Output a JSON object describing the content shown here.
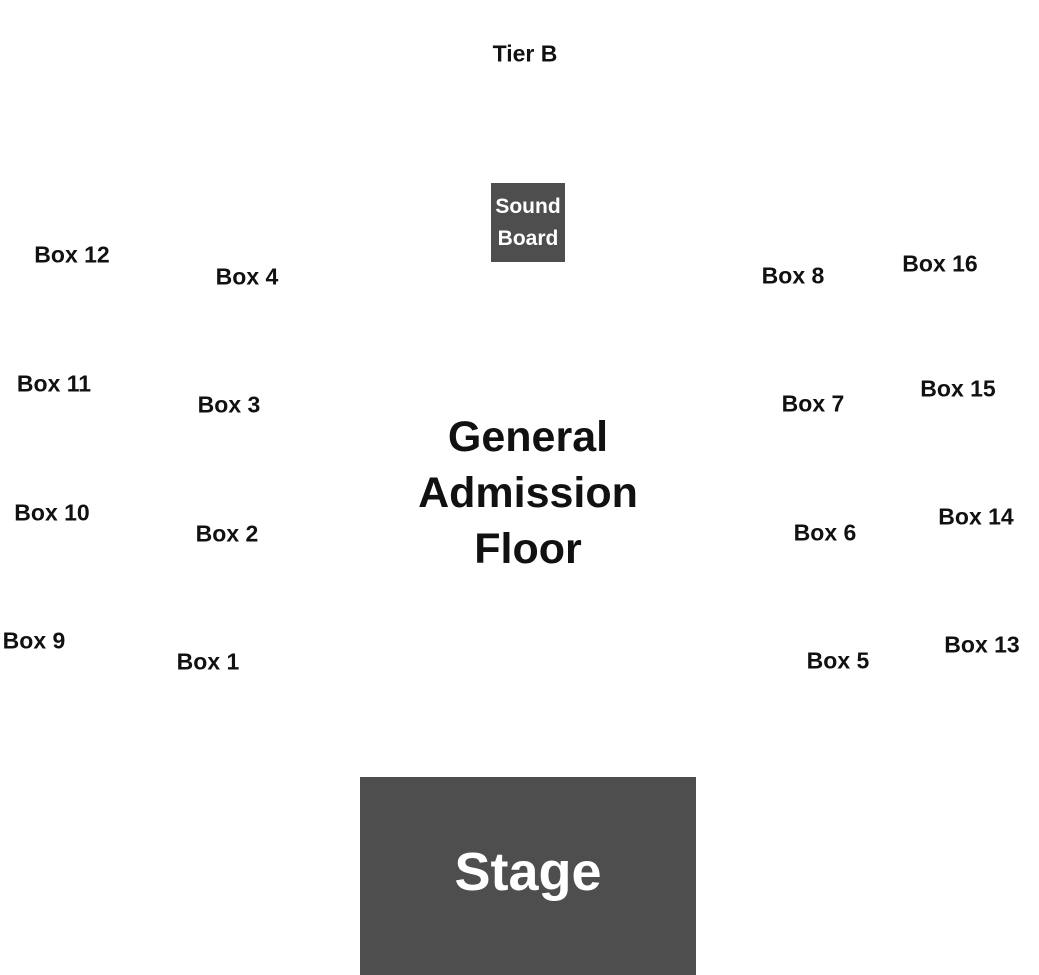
{
  "tier_label": "Tier B",
  "sound_board": {
    "line1": "Sound",
    "line2": "Board"
  },
  "floor": {
    "line1": "General",
    "line2": "Admission",
    "line3": "Floor"
  },
  "stage_label": "Stage",
  "boxes": {
    "box1": "Box 1",
    "box2": "Box 2",
    "box3": "Box 3",
    "box4": "Box 4",
    "box5": "Box 5",
    "box6": "Box 6",
    "box7": "Box 7",
    "box8": "Box 8",
    "box9": "Box 9",
    "box10": "Box 10",
    "box11": "Box 11",
    "box12": "Box 12",
    "box13": "Box 13",
    "box14": "Box 14",
    "box15": "Box 15",
    "box16": "Box 16"
  },
  "colors": {
    "block_fill": "#4e4e4e",
    "block_text": "#ffffff",
    "label_text": "#111111"
  }
}
